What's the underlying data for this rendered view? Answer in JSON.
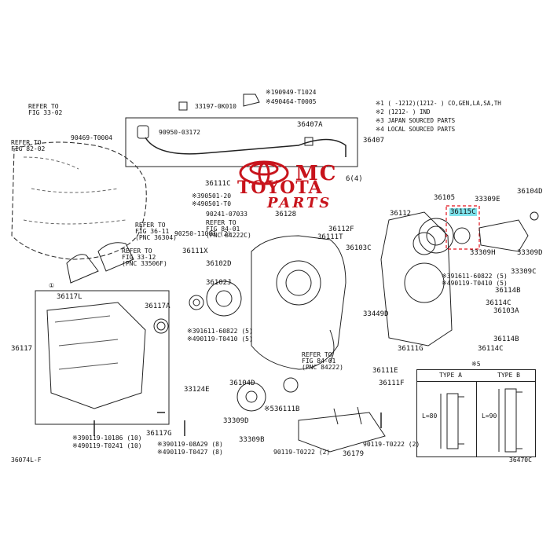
{
  "watermark": {
    "mc": "MC",
    "toyota": "TOYOTA",
    "parts": "PARTS",
    "brand_color": "#c8141c"
  },
  "notes": [
    "※1 (      -1212)(1212-      ) CO,GEN,LA,SA,TH",
    "※2 (1212-      ) IND",
    "※3 JAPAN SOURCED PARTS",
    "※4 LOCAL SOURCED PARTS"
  ],
  "labels": {
    "refer_33_02": [
      "REFER TO",
      "FIG 33-02"
    ],
    "refer_82_02": [
      "REFER TO",
      "FIG 82-02"
    ],
    "refer_36_11": [
      "REFER TO",
      "FIG 36-11",
      "(PNC 36304)"
    ],
    "refer_33_12": [
      "REFER TO",
      "FIG 33-12",
      "(PNC 33506F)"
    ],
    "refer_84_01a": [
      "REFER TO",
      "FIG 84-01",
      "(PNC 84222C)"
    ],
    "refer_84_01b": [
      "REFER TO",
      "FIG 84-01",
      "(PNC 84222)"
    ],
    "p90469": "90469-T0004",
    "p33197": "33197-0K010",
    "p190949": "※190949-T1024",
    "p490464": "※490464-T0005",
    "p90950": "90950-03172",
    "p36407a": "36407A",
    "p36407": "36407",
    "p36111c": "36111C",
    "p390501a": "※390501-20",
    "p490501": "※490501-T0",
    "p90241": "90241-07033",
    "p36128": "36128",
    "p36112f": "36112F",
    "p36111t": "36111T",
    "p36103c": "36103C",
    "p90250": "90250-11003 (2)",
    "p36111x": "36111X",
    "p36102d": "36102D",
    "p36102j": "36102J",
    "p391611a": "※391611-60822 (5)",
    "p490119a": "※490119-T0410 (5)",
    "p36112": "36112",
    "p36105": "36105",
    "p36115c": "36115C",
    "p33309e": "33309E",
    "p36104d_r": "36104D",
    "p33309h": "33309H",
    "p33309d_r": "33309D",
    "p33309c": "33309C",
    "p391611b": "※391611-60822 (5)",
    "p490119b": "※490119-T0410 (5)",
    "p36114b_top": "36114B",
    "p36114c": "36114C",
    "p36103a": "36103A",
    "p33449d": "33449D",
    "p36114b": "36114B",
    "p36111g": "36111G",
    "p36114c_b": "36114C",
    "p36111e": "36111E",
    "p36111f": "36111F",
    "p36117l": "36117L",
    "p36117": "36117",
    "p36117a": "36117A",
    "p33124e": "33124E",
    "p36104d": "36104D",
    "p33309d": "33309D",
    "p33309b": "33309B",
    "p36111b": "※536111B",
    "p36179": "36179",
    "p36117g": "36117G",
    "p390119a": "※390119-10186 (10)",
    "p490119c": "※490119-T0241 (10)",
    "p390119b": "※390119-08A29 (8)",
    "p490119d": "※490119-T0427 (8)",
    "p90119a": "90119-T0222 (2)",
    "p90119b": "90119-T0222 (2)",
    "p4": "6(4)",
    "type_a": "TYPE A",
    "type_b": "TYPE B",
    "l80": "L=80",
    "l90": "L=90",
    "star_small": "※5",
    "circle1": "①",
    "fig_left": "36074L-F",
    "fig_right": "36470C"
  }
}
